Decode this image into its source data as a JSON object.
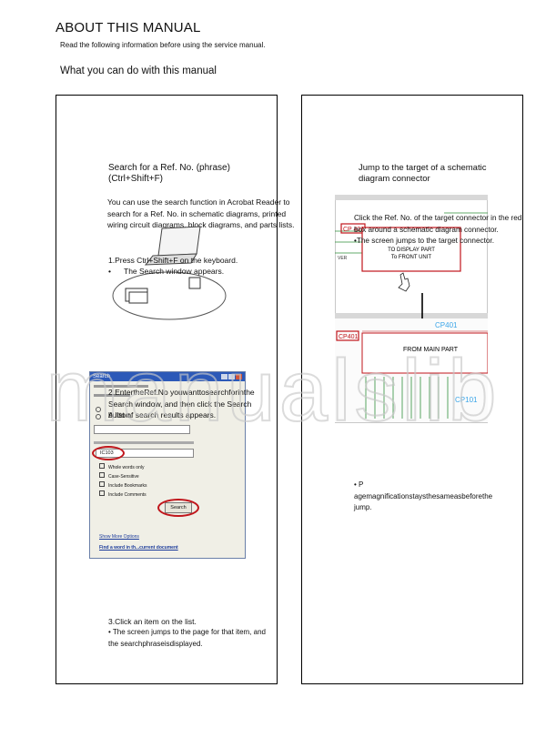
{
  "header": {
    "title": "ABOUT THIS MANUAL",
    "subtitle": "Read the following information before using the service manual.",
    "section_heading": "What you can do with this manual"
  },
  "left_panel": {
    "heading_line1": "Search for a Ref. No. (phrase)",
    "heading_line2": "(Ctrl+Shift+F)",
    "intro": "You can use the search function in Acrobat Reader to search for a Ref. No. in schematic diagrams, printed wiring circuit diagrams, block diagrams, and parts lists.",
    "step1": "1.Press Ctrl+Shift+F on the keyboard.",
    "step1_bullet": "The Search window appears.",
    "step2": "2.EntertheRef.No youwanttosearchforinthe Search window, and then click the Search button.",
    "step2_bullet": "A list of search results appears.",
    "step3": "3.Click an item on the list.",
    "step3_bullet": "• The screen jumps to the page for that item, and the searchphraseisdisplayed.",
    "search_window": {
      "title": "Search",
      "search_value": "IC103",
      "options": [
        "Whole words only",
        "Case-Sensitive",
        "Include Bookmarks",
        "Include Comments"
      ],
      "button": "Search",
      "more_options": "Show More Options",
      "find_link": "Find a word in th...current document"
    }
  },
  "right_panel": {
    "heading_line1": "Jump to the target of a schematic",
    "heading_line2": "diagram connector",
    "instruction1": "Click the Ref. No. of the target connector in the red box around a schematic diagram connector.",
    "instruction2": "•The screen jumps to the target connector.",
    "note": "• P agemagnificationstaysthesameasbeforethe jump.",
    "schematic": {
      "cp_top": "CP 401",
      "box_line1": "TO DISPLAY PART",
      "box_line2": "To FRONT UNIT",
      "cp_bottom": "CP401",
      "from_main": "FROM MAIN PART",
      "cp_blue_top": "CP401",
      "cp_blue_bottom": "CP101",
      "ver": "VER"
    }
  },
  "watermark": "manualslib"
}
